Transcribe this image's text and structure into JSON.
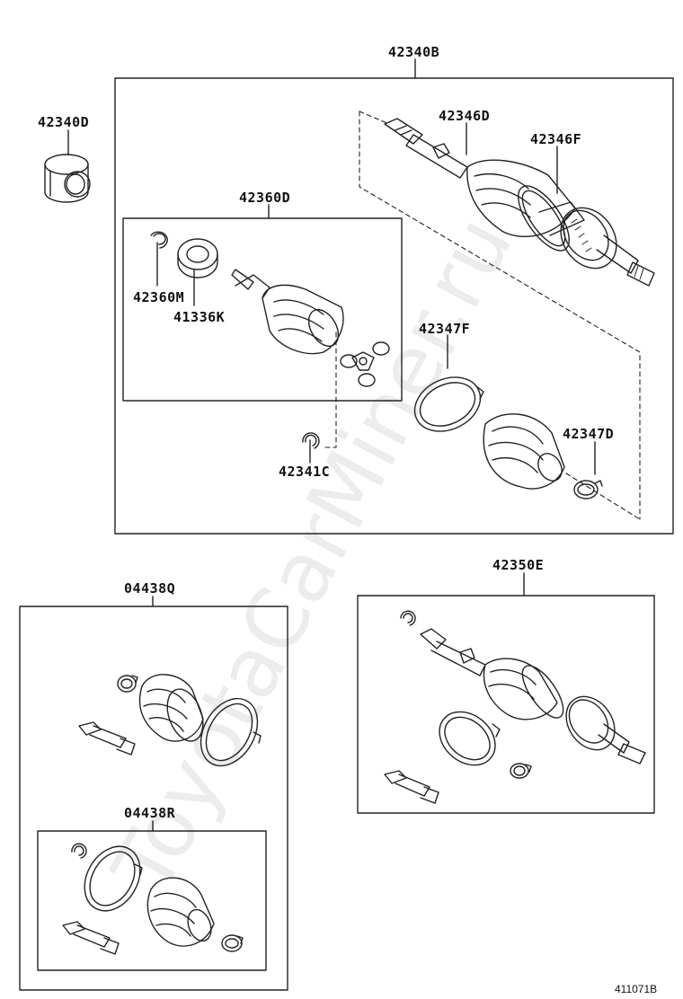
{
  "watermark": "ToyotaCarMiner.ru",
  "diagram_code": "411071B",
  "labels": {
    "p42340B": "42340B",
    "p42340D": "42340D",
    "p42346D": "42346D",
    "p42346F": "42346F",
    "p42360D": "42360D",
    "p42360M": "42360M",
    "p41336K": "41336K",
    "p42347F": "42347F",
    "p42347D": "42347D",
    "p42341C": "42341C",
    "p04438Q": "04438Q",
    "p42350E": "42350E",
    "p04438R": "04438R"
  },
  "colors": {
    "line": "#222222",
    "watermark": "#e9e9e9"
  }
}
